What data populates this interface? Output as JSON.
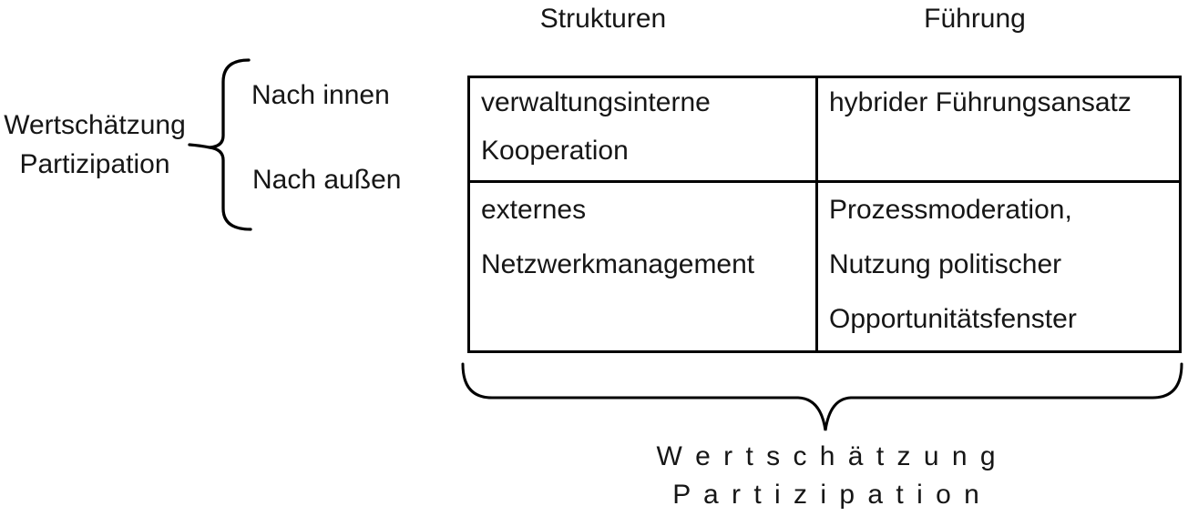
{
  "figure": {
    "background": "#ffffff",
    "text_color": "#161616",
    "line_color": "#000000",
    "column_headers": {
      "strukturen": "Strukturen",
      "fuehrung": "Führung"
    },
    "left_group": {
      "title_line1": "Wertschätzung",
      "title_line2": "Partizipation",
      "row_label_inner": "Nach innen",
      "row_label_outer": "Nach außen"
    },
    "matrix": {
      "rows": [
        {
          "cells": [
            {
              "lines": [
                "verwaltungsinterne",
                "Kooperation"
              ]
            },
            {
              "lines": [
                "hybrider Führungsansatz"
              ]
            }
          ]
        },
        {
          "cells": [
            {
              "lines": [
                "externes",
                "Netzwerkmanagement"
              ]
            },
            {
              "lines": [
                "Prozessmoderation,",
                "Nutzung politischer",
                "Opportunitätsfenster"
              ]
            }
          ]
        }
      ]
    },
    "bottom_label": {
      "line1": "W e r t s c h ä t z u n g",
      "line2": "P a r t i z i p a t i o n"
    }
  }
}
